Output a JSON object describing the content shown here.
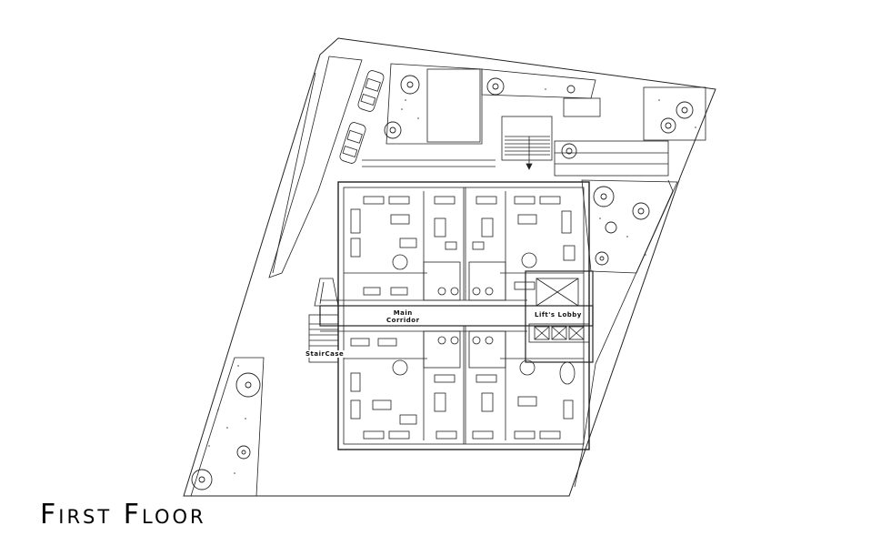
{
  "drawing": {
    "title": "First Floor",
    "labels": {
      "main_corridor_line1": "Main",
      "main_corridor_line2": "Corridor",
      "lifts_lobby": "Lift's Lobby",
      "staircase": "StairCase"
    }
  }
}
